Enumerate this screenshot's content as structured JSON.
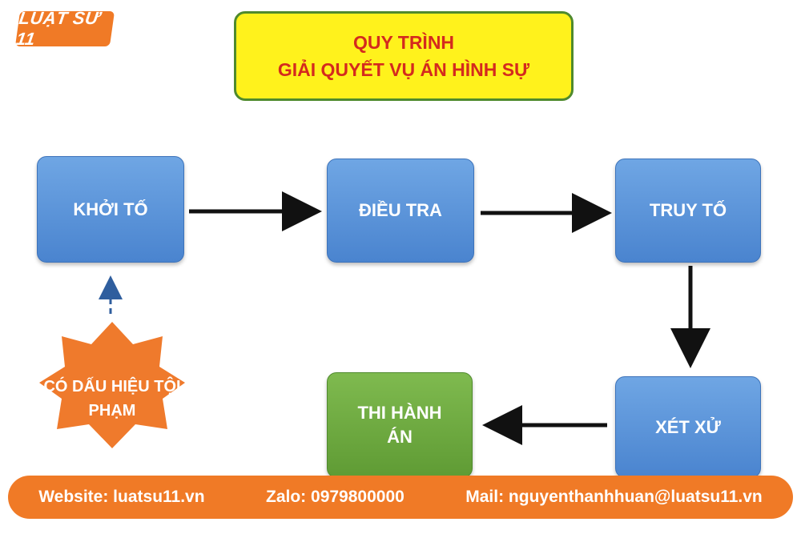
{
  "logo": {
    "text": "LUẬT SƯ 11"
  },
  "title": {
    "line1": "QUY TRÌNH",
    "line2": "GIẢI QUYẾT VỤ ÁN HÌNH SỰ"
  },
  "steps": {
    "khoi_to": "KHỞI TỐ",
    "dieu_tra": "ĐIỀU TRA",
    "truy_to": "TRUY TỐ",
    "xet_xu": "XÉT XỬ",
    "thi_hanh_an": "THI HÀNH ÁN"
  },
  "trigger": {
    "text": "CÓ DẤU HIỆU TỘI PHẠM"
  },
  "colors": {
    "step_blue": "#5a93da",
    "final_green": "#6aa83f",
    "star_orange": "#ef7a2c",
    "title_yellow": "#fff21c",
    "title_red": "#d42a1e",
    "footer_orange": "#f07a26"
  },
  "footer": {
    "website": "Website: luatsu11.vn",
    "zalo": "Zalo: 0979800000",
    "mail": "Mail: nguyenthanhhuan@luatsu11.vn"
  }
}
